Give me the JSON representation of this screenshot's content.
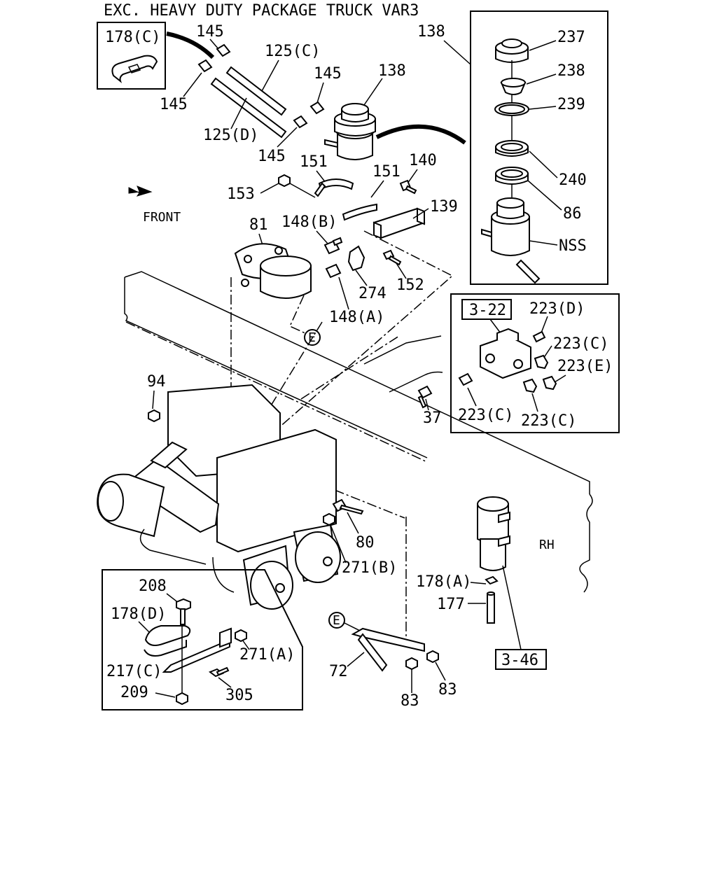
{
  "header": {
    "title": "EXC. HEAVY DUTY PACKAGE TRUCK VAR3"
  },
  "labels": {
    "front": "FRONT",
    "rh": "RH",
    "ref_322": "3-22",
    "ref_346": "3-46",
    "e_top": "E",
    "e_bottom": "E"
  },
  "part_numbers": {
    "p178c_inset": "178(C)",
    "p145_top": "145",
    "p145_left": "145",
    "p145_mid": "145",
    "p145_low": "145",
    "p125c": "125(C)",
    "p125d": "125(D)",
    "p138_tank": "138",
    "p138_box": "138",
    "p237": "237",
    "p238": "238",
    "p239": "239",
    "p240": "240",
    "p86": "86",
    "pnss": "NSS",
    "p151_a": "151",
    "p151_b": "151",
    "p140": "140",
    "p153": "153",
    "p139": "139",
    "p81": "81",
    "p148b": "148(B)",
    "p274": "274",
    "p152": "152",
    "p148a": "148(A)",
    "p223d": "223(D)",
    "p223c_a": "223(C)",
    "p223e": "223(E)",
    "p223c_b": "223(C)",
    "p223c_c": "223(C)",
    "p94": "94",
    "p37": "37",
    "p80": "80",
    "p271b": "271(B)",
    "p178a": "178(A)",
    "p177": "177",
    "p208": "208",
    "p178d": "178(D)",
    "p271a": "271(A)",
    "p217c": "217(C)",
    "p305": "305",
    "p209": "209",
    "p72": "72",
    "p83_a": "83",
    "p83_b": "83"
  }
}
